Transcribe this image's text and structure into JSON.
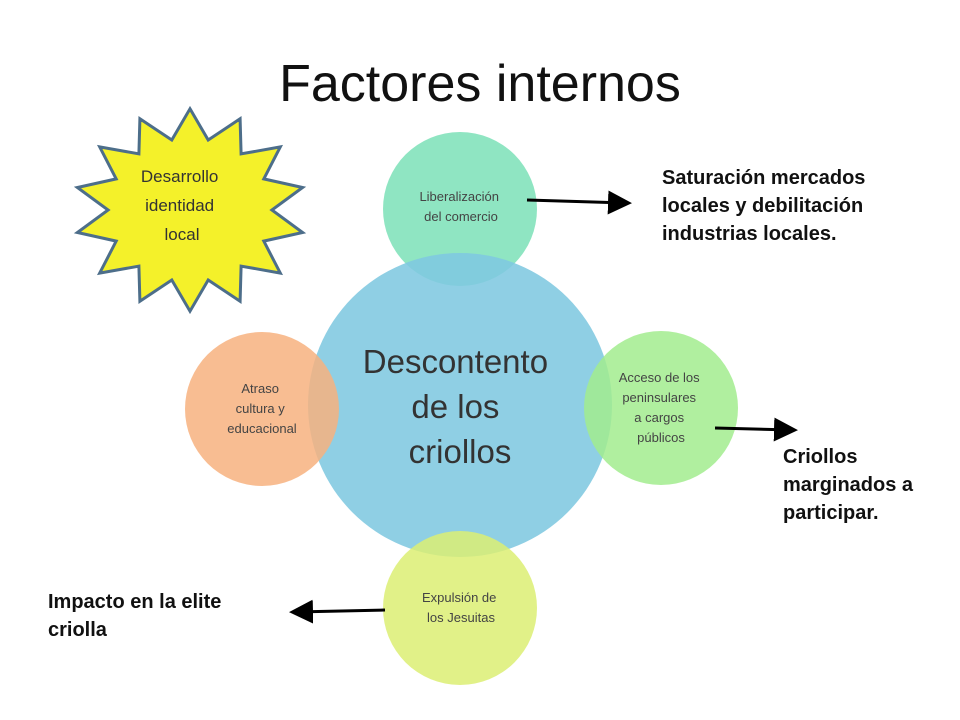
{
  "title": "Factores internos",
  "colors": {
    "center": "#7fc8e0",
    "top": "#86e3bd",
    "right": "#a2ec8e",
    "bottom": "#dcef73",
    "left": "#f7b17f",
    "star_fill": "#f4f12a",
    "star_stroke": "#4d6e8a",
    "arrow": "#000000",
    "text": "#333333"
  },
  "center": {
    "lines": [
      "Descontento",
      "de los",
      "criollos"
    ]
  },
  "satellites": {
    "top": {
      "lines": [
        "Liberalización",
        "del comercio"
      ]
    },
    "right": {
      "lines": [
        "Acceso de los",
        "peninsulares",
        "a cargos",
        "públicos"
      ]
    },
    "bottom": {
      "lines": [
        "Expulsión de",
        "los Jesuitas"
      ]
    },
    "left": {
      "lines": [
        "Atraso",
        "cultura y",
        "educacional"
      ]
    }
  },
  "star": {
    "lines": [
      "Desarrollo",
      "identidad",
      "local"
    ]
  },
  "annotations": {
    "top": "Saturación mercados locales y debilitación industrias locales.",
    "right": "Criollos marginados a participar.",
    "bottom": "Impacto en la elite criolla"
  }
}
